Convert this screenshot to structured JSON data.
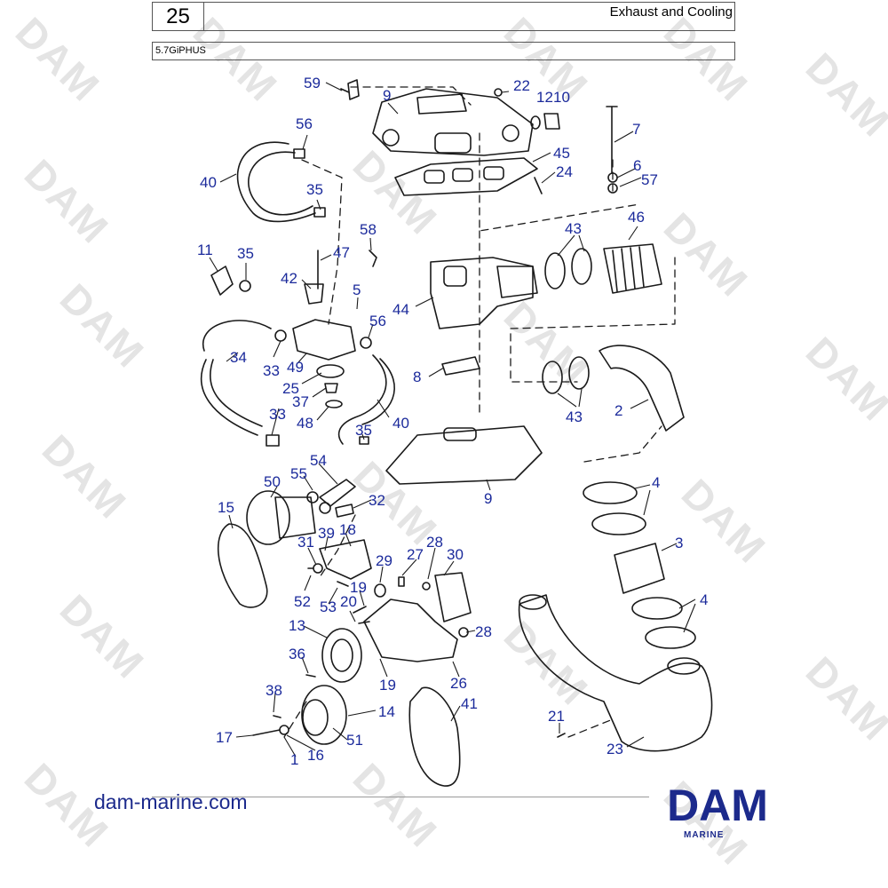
{
  "header": {
    "page_number": "25",
    "section_title": "Exhaust and Cooling",
    "model": "5.7GiPHUS"
  },
  "watermark_text": "DAM",
  "footer": {
    "website": "dam-marine.com",
    "logo_text": "DAM",
    "logo_subtitle": "MARINE"
  },
  "colors": {
    "callout_blue": "#1b2a9b",
    "brand_blue": "#1c2a8c"
  },
  "callouts": [
    "59",
    "9",
    "22",
    "12",
    "10",
    "56",
    "7",
    "45",
    "6",
    "24",
    "57",
    "40",
    "35",
    "58",
    "43",
    "46",
    "11",
    "35",
    "47",
    "42",
    "5",
    "44",
    "56",
    "34",
    "33",
    "49",
    "25",
    "8",
    "37",
    "48",
    "2",
    "33",
    "40",
    "43",
    "35",
    "54",
    "9",
    "50",
    "55",
    "32",
    "4",
    "15",
    "39",
    "18",
    "3",
    "31",
    "28",
    "27",
    "30",
    "29",
    "52",
    "19",
    "53",
    "20",
    "4",
    "13",
    "28",
    "36",
    "26",
    "19",
    "38",
    "41",
    "14",
    "17",
    "51",
    "16",
    "1",
    "21",
    "23"
  ]
}
